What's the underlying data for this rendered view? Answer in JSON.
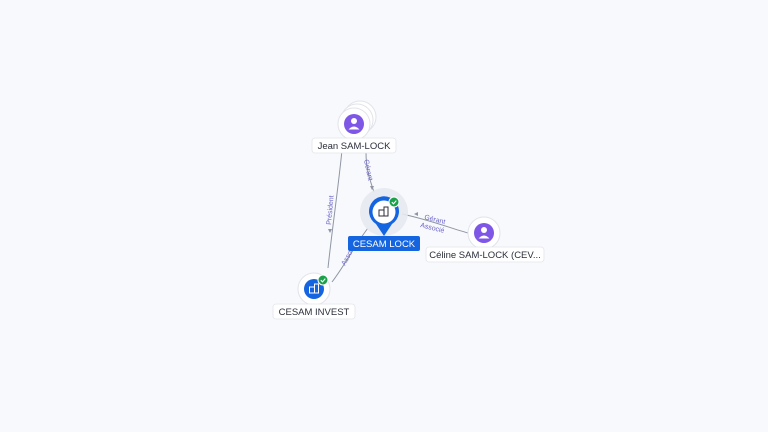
{
  "colors": {
    "background": "#f8f9fc",
    "company_blue": "#1565e0",
    "person_purple": "#7e57e6",
    "verified_green": "#1aa14a",
    "edge_gray": "#8f95a3",
    "edge_label": "#6b63c9"
  },
  "nodes": {
    "jean": {
      "label": "Jean SAM-LOCK",
      "icon": "person-icon"
    },
    "cesam_lock": {
      "label": "CESAM LOCK",
      "icon": "building-icon",
      "verified": true
    },
    "celine": {
      "label": "Céline SAM-LOCK (CEV...",
      "icon": "person-icon"
    },
    "cesam_invest": {
      "label": "CESAM INVEST",
      "icon": "building-icon",
      "verified": true
    }
  },
  "edges": {
    "jean_to_lock": "Gérant",
    "jean_to_invest": "Président",
    "celine_to_lock_1": "Gérant",
    "celine_to_lock_2": "Associé",
    "invest_to_lock": "Associé"
  }
}
